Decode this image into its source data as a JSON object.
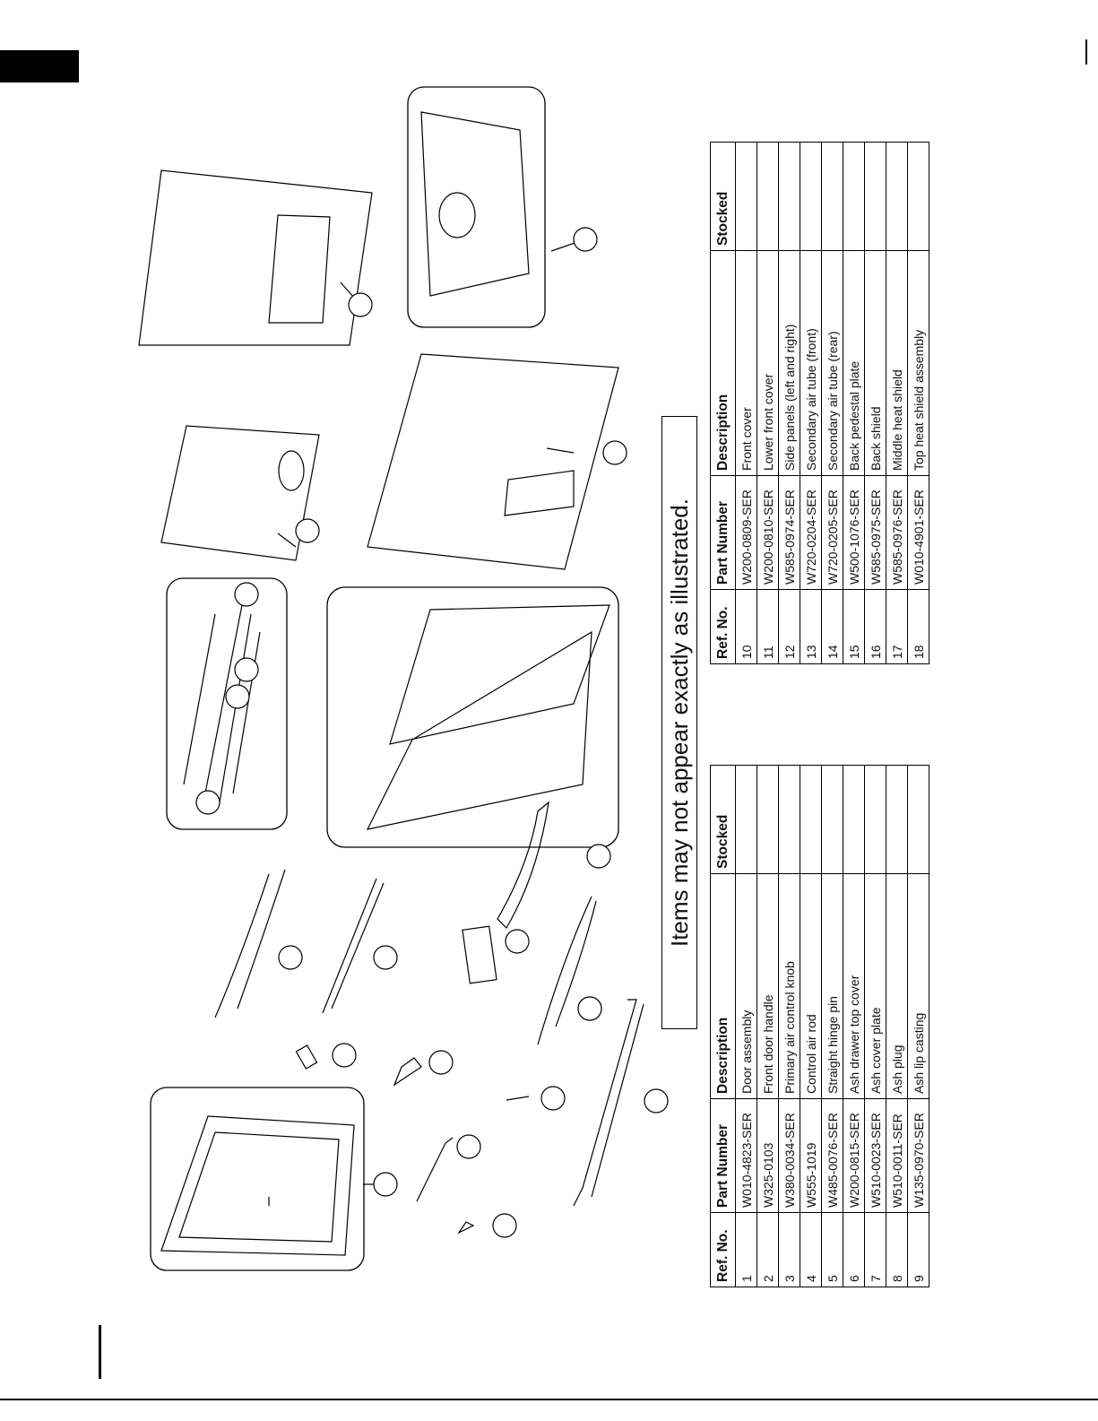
{
  "note": "Items may not appear exactly as illustrated.",
  "table_left": {
    "headers": [
      "Ref. No.",
      "Part Number",
      "Description",
      "Stocked"
    ],
    "rows": [
      {
        "ref": "1",
        "part": "W010-4823-SER",
        "desc": "Door assembly",
        "stocked": ""
      },
      {
        "ref": "2",
        "part": "W325-0103",
        "desc": "Front door handle",
        "stocked": ""
      },
      {
        "ref": "3",
        "part": "W380-0034-SER",
        "desc": "Primary air control knob",
        "stocked": ""
      },
      {
        "ref": "4",
        "part": "W555-1019",
        "desc": "Control air rod",
        "stocked": ""
      },
      {
        "ref": "5",
        "part": "W485-0076-SER",
        "desc": "Straight hinge pin",
        "stocked": ""
      },
      {
        "ref": "6",
        "part": "W200-0815-SER",
        "desc": "Ash drawer top cover",
        "stocked": ""
      },
      {
        "ref": "7",
        "part": "W510-0023-SER",
        "desc": "Ash cover plate",
        "stocked": ""
      },
      {
        "ref": "8",
        "part": "W510-0011-SER",
        "desc": "Ash plug",
        "stocked": ""
      },
      {
        "ref": "9",
        "part": "W135-0970-SER",
        "desc": "Ash lip casting",
        "stocked": ""
      }
    ]
  },
  "table_right": {
    "headers": [
      "Ref. No.",
      "Part Number",
      "Description",
      "Stocked"
    ],
    "rows": [
      {
        "ref": "10",
        "part": "W200-0809-SER",
        "desc": "Front cover",
        "stocked": ""
      },
      {
        "ref": "11",
        "part": "W200-0810-SER",
        "desc": "Lower front cover",
        "stocked": ""
      },
      {
        "ref": "12",
        "part": "W585-0974-SER",
        "desc": "Side panels (left and right)",
        "stocked": ""
      },
      {
        "ref": "13",
        "part": "W720-0204-SER",
        "desc": "Secondary air tube (front)",
        "stocked": ""
      },
      {
        "ref": "14",
        "part": "W720-0205-SER",
        "desc": "Secondary air tube (rear)",
        "stocked": ""
      },
      {
        "ref": "15",
        "part": "W500-1076-SER",
        "desc": "Back pedestal plate",
        "stocked": ""
      },
      {
        "ref": "16",
        "part": "W585-0975-SER",
        "desc": "Back shield",
        "stocked": ""
      },
      {
        "ref": "17",
        "part": "W585-0976-SER",
        "desc": "Middle heat shield",
        "stocked": ""
      },
      {
        "ref": "18",
        "part": "W010-4901-SER",
        "desc": "Top heat shield assembly",
        "stocked": ""
      }
    ]
  }
}
